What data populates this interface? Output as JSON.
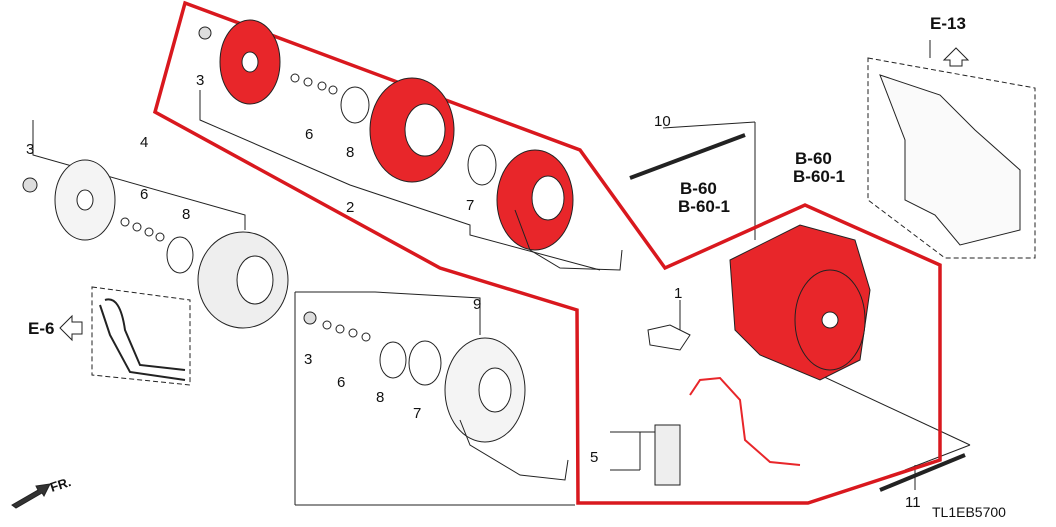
{
  "title": "TL1EB5700",
  "refs": {
    "e13": "E-13",
    "e6": "E-6",
    "b60_a": "B-60",
    "b601_a": "B-60-1",
    "b60_b": "B-60",
    "b601_b": "B-60-1",
    "fr": "FR."
  },
  "callouts": {
    "top_3": "3",
    "top_6": "6",
    "top_8": "8",
    "top_2": "2",
    "top_7": "7",
    "left_3": "3",
    "left_4": "4",
    "left_6": "6",
    "left_8": "8",
    "mid_9": "9",
    "mid_3": "3",
    "mid_6": "6",
    "mid_8": "8",
    "mid_7": "7",
    "p10": "10",
    "p1": "1",
    "p5": "5",
    "p11": "11"
  },
  "colors": {
    "highlight": "#e8262a",
    "outline": "#d9181e",
    "line": "#222222"
  }
}
